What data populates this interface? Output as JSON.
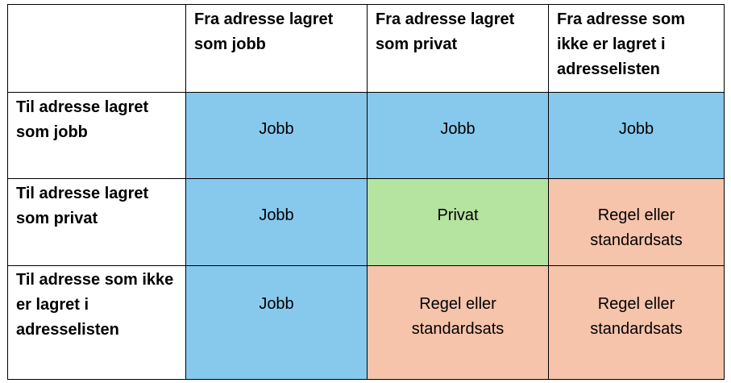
{
  "colors": {
    "jobb": "#87c9ec",
    "privat": "#b5e3a0",
    "regel": "#f6c4ab",
    "border": "#000000"
  },
  "table": {
    "corner": "",
    "column_headers": [
      "Fra adresse lagret som jobb",
      "Fra adresse lagret som privat",
      "Fra adresse som ikke er lagret i adresselisten"
    ],
    "rows": [
      {
        "header": "Til adresse lagret som jobb",
        "cells": [
          "Jobb",
          "Jobb",
          "Jobb"
        ]
      },
      {
        "header": "Til adresse lagret som privat",
        "cells": [
          "Jobb",
          "Privat",
          "Regel eller standardsats"
        ]
      },
      {
        "header": "Til adresse som ikke er lagret i adresselisten",
        "cells": [
          "Jobb",
          "Regel eller standardsats",
          "Regel eller standardsats"
        ]
      }
    ]
  }
}
